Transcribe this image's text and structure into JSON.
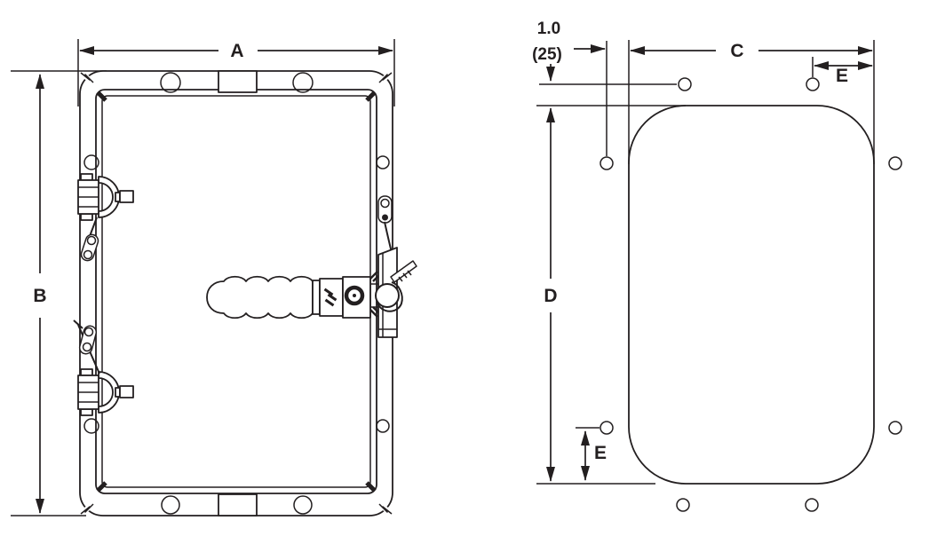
{
  "diagram": {
    "ink_color": "#231f20",
    "background": "#ffffff"
  },
  "views": {
    "door_front": {
      "width_label": "A",
      "height_label": "B"
    },
    "cutout_template": {
      "width_label": "C",
      "height_label": "D",
      "hole_offset_top_label": "E",
      "hole_offset_bottom_label": "E",
      "edge_to_hole_inches": "1.0",
      "edge_to_hole_mm": "(25)"
    }
  }
}
